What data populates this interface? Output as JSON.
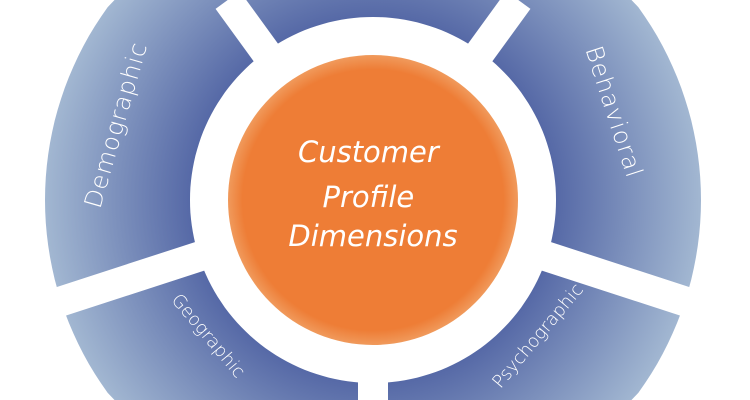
{
  "center": {
    "lines": [
      "Customer",
      "Profile",
      "Dimensions"
    ],
    "color": "#ee7d36"
  },
  "segments": [
    {
      "label": "Demographic"
    },
    {
      "label": "Behavioral"
    },
    {
      "label": "Psychographic"
    },
    {
      "label": "Geographic"
    }
  ],
  "colors": {
    "segment_inner": "#5568a6",
    "segment_outer": "#a3b8d2"
  }
}
